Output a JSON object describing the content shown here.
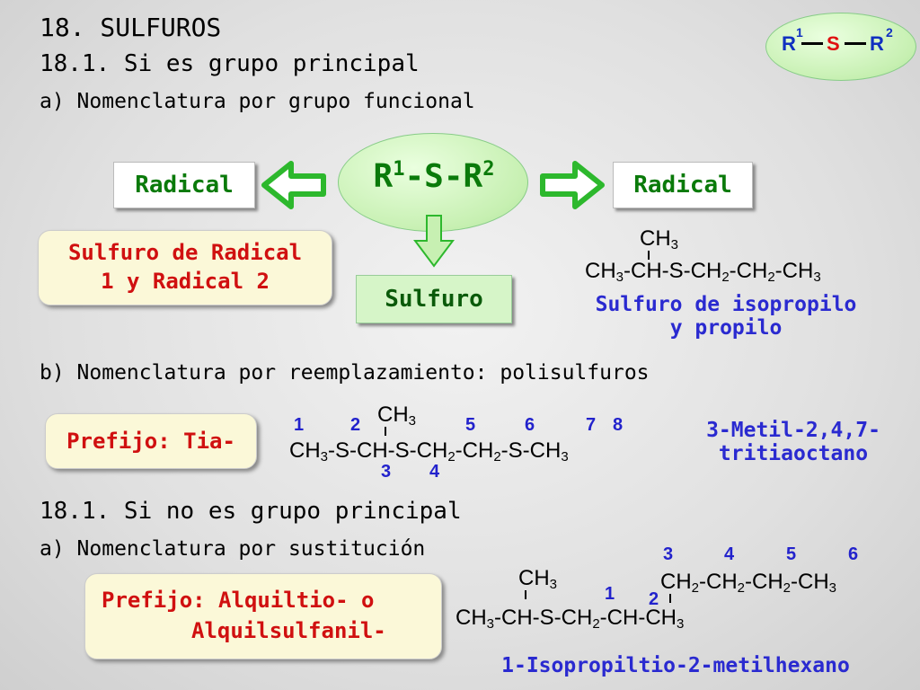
{
  "headings": {
    "h_main": "18. SULFUROS",
    "h_sub1": "18.1. Si es grupo principal",
    "h_a1": "a) Nomenclatura por grupo funcional",
    "h_b": "b) Nomenclatura por reemplazamiento: polisulfuros",
    "h_sub2": "18.1. Si no es grupo principal",
    "h_a2": "a) Nomenclatura por sustitución"
  },
  "badge": {
    "r1": "R",
    "s1": "1",
    "s": "S",
    "r2": "R",
    "s2": "2"
  },
  "center": {
    "r": "R",
    "sup1": "1",
    "mid": "-S-R",
    "sup2": "2"
  },
  "labels": {
    "radical_left": "Radical",
    "radical_right": "Radical",
    "sulfuro": "Sulfuro",
    "name_template_l1": "Sulfuro de Radical",
    "name_template_l2": "1 y Radical 2",
    "prefix_tia": "Prefijo: Tia-",
    "prefix_alq_l1": "Prefijo: Alquiltio- o",
    "prefix_alq_l2": "Alquilsulfanil-"
  },
  "example1": {
    "branch": "CH",
    "branch_sub": "3",
    "chain": [
      {
        "t": "CH",
        "s": "3"
      },
      {
        "t": "-CH-S-CH",
        "s": "2"
      },
      {
        "t": "-CH",
        "s": "2"
      },
      {
        "t": "-CH",
        "s": "3"
      }
    ],
    "name_l1": "Sulfuro de isopropilo",
    "name_l2": "y propilo"
  },
  "example2": {
    "branch": "CH",
    "branch_sub": "3",
    "chain": [
      {
        "t": "CH",
        "s": "3"
      },
      {
        "t": "-S-CH-S-CH",
        "s": "2"
      },
      {
        "t": "-CH",
        "s": "2"
      },
      {
        "t": "-S-CH",
        "s": "3"
      }
    ],
    "numbers_top": [
      "1",
      "2",
      "5",
      "6",
      "7",
      "8"
    ],
    "numbers_bottom": [
      "3",
      "4"
    ],
    "name_l1": "3-Metil-2,4,7-",
    "name_l2": "tritiaoctano"
  },
  "example3": {
    "branch": "CH",
    "branch_sub": "3",
    "chain_top": [
      {
        "t": "CH",
        "s": "2"
      },
      {
        "t": "-CH",
        "s": "2"
      },
      {
        "t": "-CH",
        "s": "2"
      },
      {
        "t": "-CH",
        "s": "3"
      }
    ],
    "chain_main": [
      {
        "t": "CH",
        "s": "3"
      },
      {
        "t": "-CH-S-CH",
        "s": "2"
      },
      {
        "t": "-CH-CH",
        "s": "3"
      }
    ],
    "numbers_top": [
      "3",
      "4",
      "5",
      "6"
    ],
    "numbers_mid": [
      "1",
      "2"
    ],
    "name": "1-Isopropiltio-2-metilhexano"
  },
  "colors": {
    "green_text": "#0a7a0a",
    "red_text": "#d01010",
    "blue_text": "#2a2ad0",
    "arrow_green": "#2db82d",
    "badge_red": "#e01010",
    "badge_blue": "#1030c0"
  }
}
